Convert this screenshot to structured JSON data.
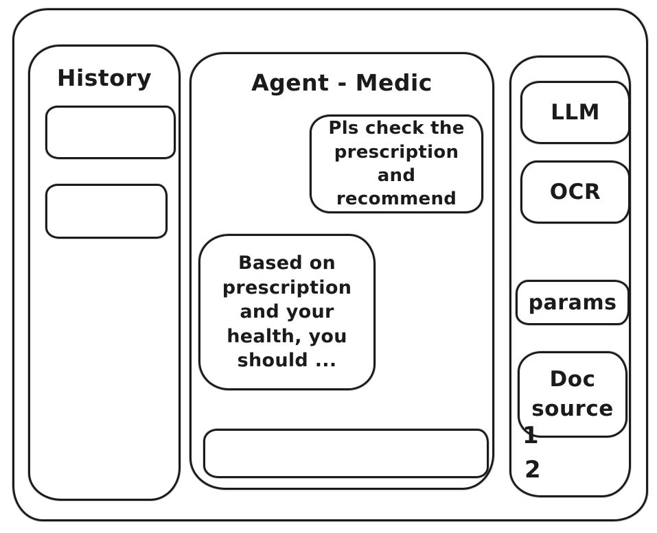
{
  "colors": {
    "ink": "#1b1b1b",
    "background": "#ffffff"
  },
  "history_panel": {
    "title": "History"
  },
  "chat": {
    "title": "Agent - Medic",
    "messages": [
      {
        "role": "user",
        "align": "right",
        "text": "Pls check the prescription and recommend"
      },
      {
        "role": "assistant",
        "align": "left",
        "text": "Based on prescription and your health, you should ..."
      }
    ],
    "input": {
      "value": "",
      "placeholder": ""
    }
  },
  "tools_panel": {
    "buttons": [
      {
        "id": "llm",
        "label": "LLM"
      },
      {
        "id": "ocr",
        "label": "OCR"
      },
      {
        "id": "params",
        "label": "params"
      },
      {
        "id": "doc_source",
        "label": "Doc source"
      }
    ],
    "doc_source_items": [
      "1",
      "2"
    ]
  }
}
